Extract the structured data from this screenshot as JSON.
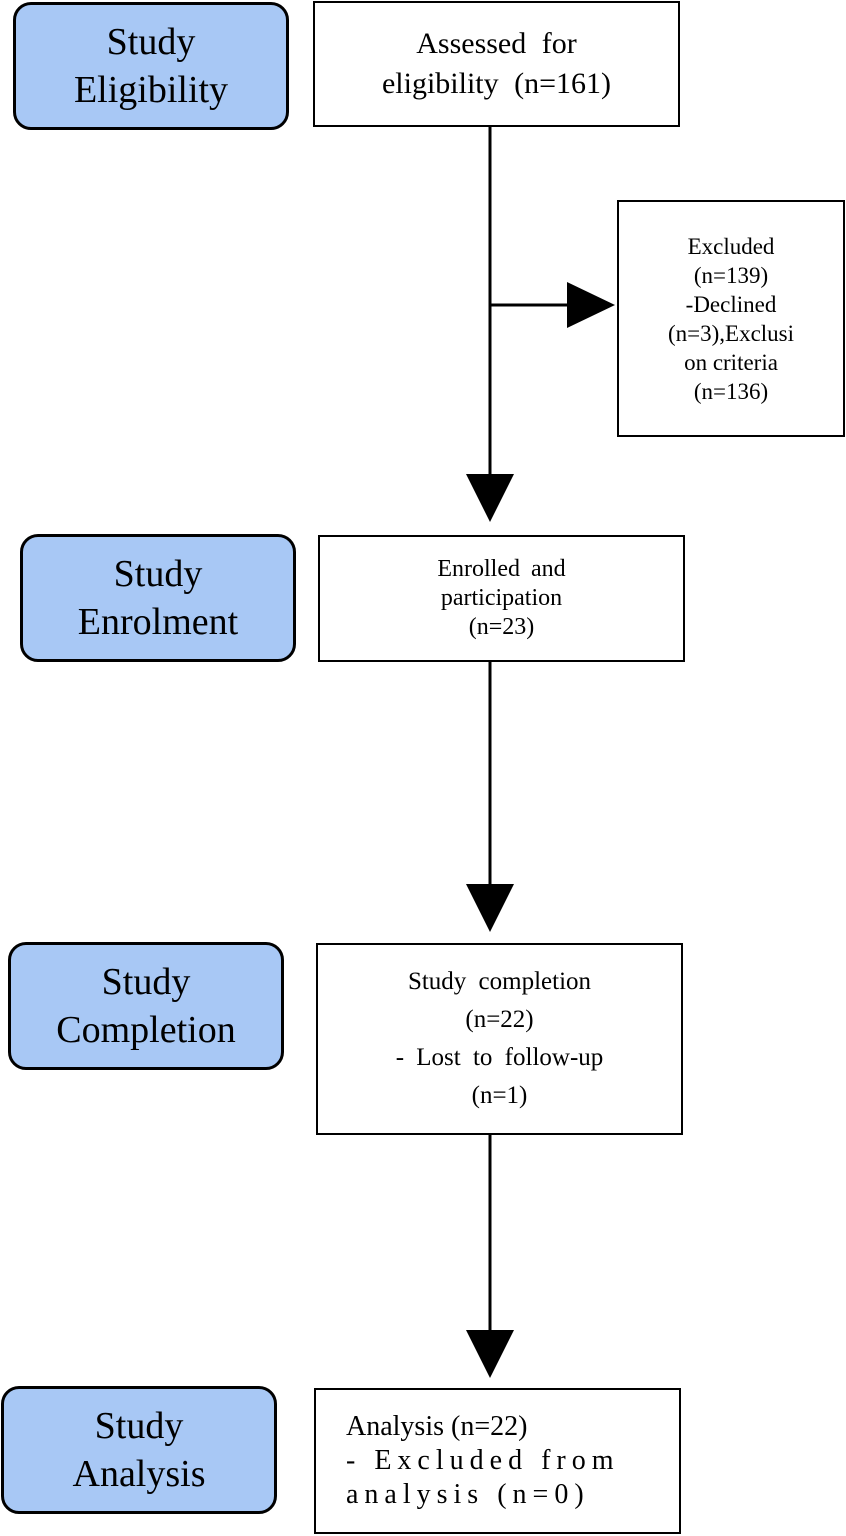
{
  "stages": {
    "eligibility": [
      "Study",
      "Eligibility"
    ],
    "enrolment": [
      "Study",
      "Enrolment"
    ],
    "completion": [
      "Study",
      "Completion"
    ],
    "analysis": [
      "Study",
      "Analysis"
    ]
  },
  "boxes": {
    "assessed": [
      "Assessed  for",
      "eligibility  (n=161)"
    ],
    "excluded": [
      "Excluded",
      "(n=139)",
      "-Declined",
      "(n=3),Exclusi",
      "on  criteria",
      "(n=136)"
    ],
    "enrolled": [
      "Enrolled  and",
      "participation",
      "(n=23)"
    ],
    "completion": [
      "Study  completion",
      "(n=22)",
      "-  Lost  to  follow-up",
      "(n=1)"
    ],
    "analysis": [
      "Analysis  (n=22)",
      "-  Excluded  from",
      "analysis  (n=0)"
    ]
  },
  "colors": {
    "stage_fill": "#a8c8f5",
    "stroke": "#000000"
  }
}
